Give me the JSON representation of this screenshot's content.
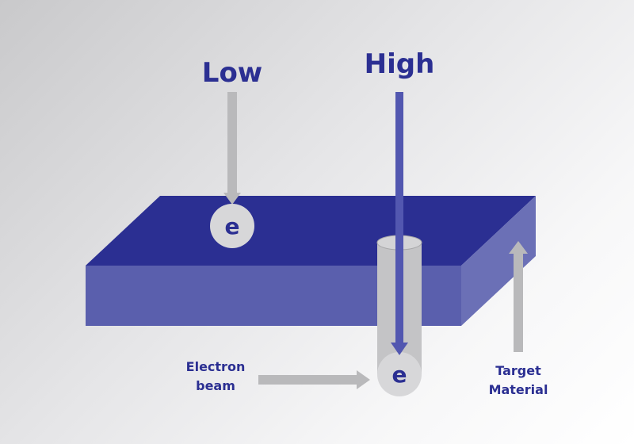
{
  "labels": {
    "low": "Low",
    "high": "High",
    "electron_beam_line1": "Electron",
    "electron_beam_line2": "beam",
    "target_material_line1": "Target",
    "target_material_line2": "Material",
    "electron_symbol": "e"
  },
  "colors": {
    "slab_top": "#2b2f92",
    "slab_front": "#5a5fad",
    "slab_side": "#6b70b6",
    "text_primary": "#2b2f92",
    "arrow_gray": "#b9b9bb",
    "beam_blue": "#5257b0",
    "electron_fill": "#d7d7d9",
    "electron_text": "#2b2f92",
    "cylinder_fill": "#c4c4c6",
    "cylinder_edge": "#a8a8aa"
  },
  "icons": {
    "low_arrow": "arrow-down-icon",
    "high_arrow": "arrow-down-icon",
    "beam_arrow": "arrow-right-icon",
    "target_arrow": "arrow-up-icon"
  }
}
